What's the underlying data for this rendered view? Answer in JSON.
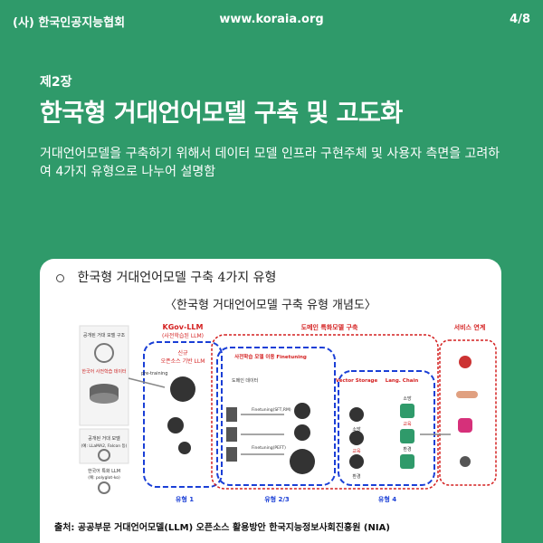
{
  "header": {
    "org": "(사) 한국인공지능협회",
    "url": "www.koraia.org",
    "page": "4/8"
  },
  "chapter": "제2장",
  "title": "한국형 거대언어모델 구축 및 고도화",
  "description": "거대언어모델을 구축하기 위해서 데이터 모델 인프라 구현주체 및 사용자 측면을 고려하여 4가지 유형으로 나누어 설명함",
  "card": {
    "heading": "한국형 거대언어모델 구축 4가지 유형",
    "subheading": "〈한국형 거대언어모델 구축 유형 개념도〉",
    "source": "출처: 공공부문 거대언어모델(LLM) 오픈소스 활용방안 한국지능정보사회진흥원 (NIA)"
  },
  "diagram": {
    "group1_title": "KGov-LLM",
    "group1_sub": "(사전학습된 LLM)",
    "group1_label1": "신규",
    "group1_label2": "오픈소스 기반 LLM",
    "group23_title": "도메인 특화모델 구축",
    "group2_sub": "사전학습 모델 이용 Finetuning",
    "group4_title": "서비스 연계",
    "vector_storage": "Vector Storage",
    "lang_chain": "Lang. Chain",
    "pretraining": "pre-training",
    "domain_data": "도메인 데이터",
    "finetuning1": "Finetuning(SFT,RM)",
    "finetuning2": "Finetuning(PEFT)",
    "side_label1": "공개된 거대 모델 구조",
    "side_label2": "한국어 사전학습 데이터",
    "side_label3": "공개된 거대 모델",
    "side_label4": "(예: LLaMA2, Falcon 등)",
    "side_label5": "한국어 특화 LLM",
    "side_label6": "(예: polyglot-ko)",
    "domain_labels": [
      "소방",
      "교육",
      "환경"
    ],
    "service_labels": [
      "소방",
      "교육",
      "환경"
    ],
    "type_labels": [
      "유형 1",
      "유형 2/3",
      "유형 4"
    ],
    "colors": {
      "blue": "#1a3fd6",
      "red": "#d42020",
      "green": "#2f9a6a"
    }
  }
}
